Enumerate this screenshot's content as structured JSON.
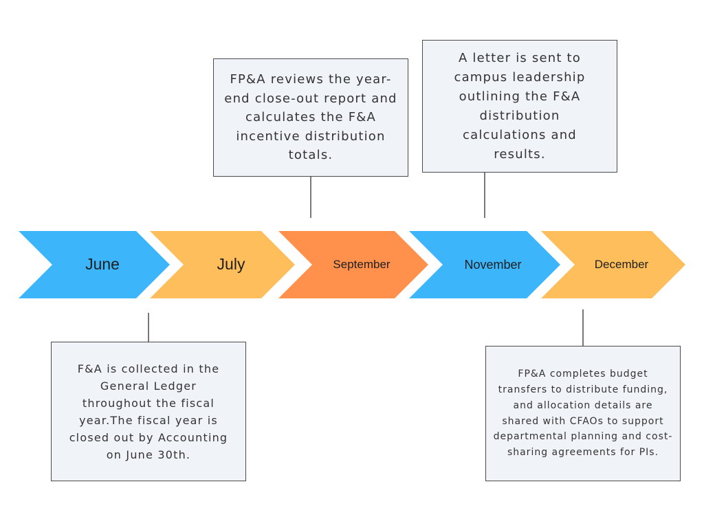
{
  "colors": {
    "blue": "#3db5fb",
    "yellow": "#ffbe5c",
    "orange": "#ff914d",
    "callout_bg": "#f0f3f7",
    "callout_border": "#4a4a4a",
    "connector": "#4a4a4a"
  },
  "months": [
    {
      "label": "June",
      "color": "#3db5fb"
    },
    {
      "label": "July",
      "color": "#ffbe5c"
    },
    {
      "label": "September",
      "color": "#ff914d"
    },
    {
      "label": "November",
      "color": "#3db5fb"
    },
    {
      "label": "December",
      "color": "#ffbe5c"
    }
  ],
  "callouts": {
    "june": "F&A is collected in the General Ledger throughout the fiscal year.The fiscal year is closed out by Accounting on June 30th.",
    "september": "FP&A reviews the year-end close-out report and calculates the F&A incentive distribution totals.",
    "november": "A letter is sent to campus leadership outlining the F&A distribution calculations and results.",
    "december": "FP&A completes budget transfers to distribute funding, and allocation details are shared with CFAOs to support departmental planning and cost-sharing agreements for PIs."
  }
}
